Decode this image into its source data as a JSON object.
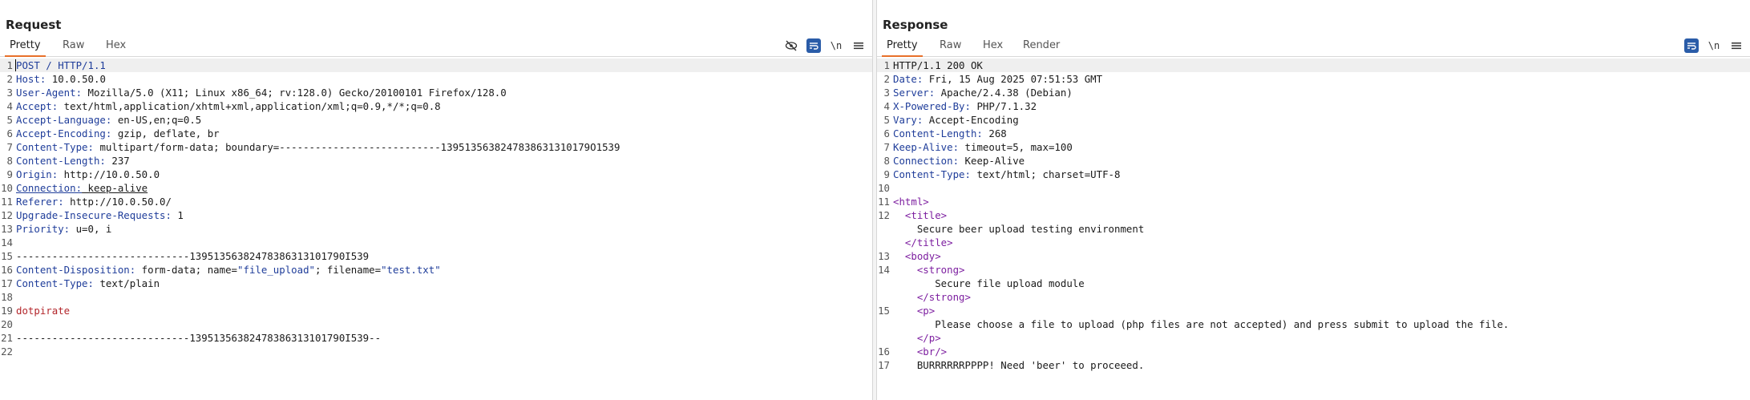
{
  "layout_toggles": [
    {
      "name": "layout-side-by-side-icon",
      "active": true
    },
    {
      "name": "layout-stacked-icon",
      "active": false
    },
    {
      "name": "layout-tabs-icon",
      "active": false
    }
  ],
  "request": {
    "title": "Request",
    "tabs": [
      "Pretty",
      "Raw",
      "Hex"
    ],
    "active_tab": "Pretty",
    "toolbar": {
      "hide_icon": "eye-slash-icon",
      "wrap_icon": "wrap-lines-icon",
      "newline_label": "\\n",
      "menu_icon": "hamburger-menu-icon"
    },
    "lines": [
      {
        "n": "1",
        "a": "POST / HTTP/1.1",
        "b": ""
      },
      {
        "n": "2",
        "a": "Host:",
        "b": " 10.0.50.0"
      },
      {
        "n": "3",
        "a": "User-Agent:",
        "b": " Mozilla/5.0 (X11; Linux x86_64; rv:128.0) Gecko/20100101 Firefox/128.0"
      },
      {
        "n": "4",
        "a": "Accept:",
        "b": " text/html,application/xhtml+xml,application/xml;q=0.9,*/*;q=0.8"
      },
      {
        "n": "5",
        "a": "Accept-Language:",
        "b": " en-US,en;q=0.5"
      },
      {
        "n": "6",
        "a": "Accept-Encoding:",
        "b": " gzip, deflate, br"
      },
      {
        "n": "7",
        "a": "Content-Type:",
        "b": " multipart/form-data; boundary=---------------------------1395135638247838631310179O1539"
      },
      {
        "n": "8",
        "a": "Content-Length:",
        "b": " 237"
      },
      {
        "n": "9",
        "a": "Origin:",
        "b": " http://10.0.50.0"
      },
      {
        "n": "10",
        "a": "Connection:",
        "b": " keep-alive"
      },
      {
        "n": "11",
        "a": "Referer:",
        "b": " http://10.0.50.0/"
      },
      {
        "n": "12",
        "a": "Upgrade-Insecure-Requests:",
        "b": " 1"
      },
      {
        "n": "13",
        "a": "Priority:",
        "b": " u=0, i"
      },
      {
        "n": "14",
        "a": "",
        "b": ""
      },
      {
        "n": "15",
        "a": "",
        "b": "-----------------------------13951356382478386313101790I539"
      },
      {
        "n": "16",
        "a": "Content-Disposition:",
        "b": " form-data; name=",
        "q1": "\"file_upload\"",
        "c": "; filename=",
        "q2": "\"test.txt\""
      },
      {
        "n": "17",
        "a": "Content-Type:",
        "b": " text/plain"
      },
      {
        "n": "18",
        "a": "",
        "b": ""
      },
      {
        "n": "19",
        "a": "",
        "b": "",
        "red": "dotpirate"
      },
      {
        "n": "20",
        "a": "",
        "b": ""
      },
      {
        "n": "21",
        "a": "",
        "b": "-----------------------------13951356382478386313101790I539--"
      },
      {
        "n": "22",
        "a": "",
        "b": ""
      }
    ]
  },
  "response": {
    "title": "Response",
    "tabs": [
      "Pretty",
      "Raw",
      "Hex",
      "Render"
    ],
    "active_tab": "Pretty",
    "toolbar": {
      "wrap_icon": "wrap-lines-icon",
      "newline_label": "\\n",
      "menu_icon": "hamburger-menu-icon"
    },
    "lines": [
      {
        "n": "1",
        "a": "",
        "b": "HTTP/1.1 200 OK"
      },
      {
        "n": "2",
        "a": "Date:",
        "b": " Fri, 15 Aug 2025 07:51:53 GMT"
      },
      {
        "n": "3",
        "a": "Server:",
        "b": " Apache/2.4.38 (Debian)"
      },
      {
        "n": "4",
        "a": "X-Powered-By:",
        "b": " PHP/7.1.32"
      },
      {
        "n": "5",
        "a": "Vary:",
        "b": " Accept-Encoding"
      },
      {
        "n": "6",
        "a": "Content-Length:",
        "b": " 268"
      },
      {
        "n": "7",
        "a": "Keep-Alive:",
        "b": " timeout=5, max=100"
      },
      {
        "n": "8",
        "a": "Connection:",
        "b": " Keep-Alive"
      },
      {
        "n": "9",
        "a": "Content-Type:",
        "b": " text/html; charset=UTF-8"
      },
      {
        "n": "10",
        "a": "",
        "b": ""
      },
      {
        "n": "11",
        "tag": "<html>",
        "ind": ""
      },
      {
        "n": "12",
        "tag": "<title>",
        "ind": "  "
      },
      {
        "n": "",
        "txt": "Secure beer upload testing environment",
        "ind": "    "
      },
      {
        "n": "",
        "tag": "</title>",
        "ind": "  "
      },
      {
        "n": "13",
        "tag": "<body>",
        "ind": "  "
      },
      {
        "n": "14",
        "tag": "<strong>",
        "ind": "    "
      },
      {
        "n": "",
        "txt": "Secure file upload module",
        "ind": "       "
      },
      {
        "n": "",
        "tag": "</strong>",
        "ind": "    "
      },
      {
        "n": "15",
        "tag": "<p>",
        "ind": "    "
      },
      {
        "n": "",
        "txt": "Please choose a file to upload (php files are not accepted) and press submit to upload the file.",
        "ind": "       "
      },
      {
        "n": "",
        "tag": "</p>",
        "ind": "    "
      },
      {
        "n": "16",
        "tag": "<br/>",
        "ind": "    "
      },
      {
        "n": "17",
        "txt": "BURRRRRRPPPP! Need 'beer' to proceeed.",
        "ind": "    "
      }
    ]
  }
}
